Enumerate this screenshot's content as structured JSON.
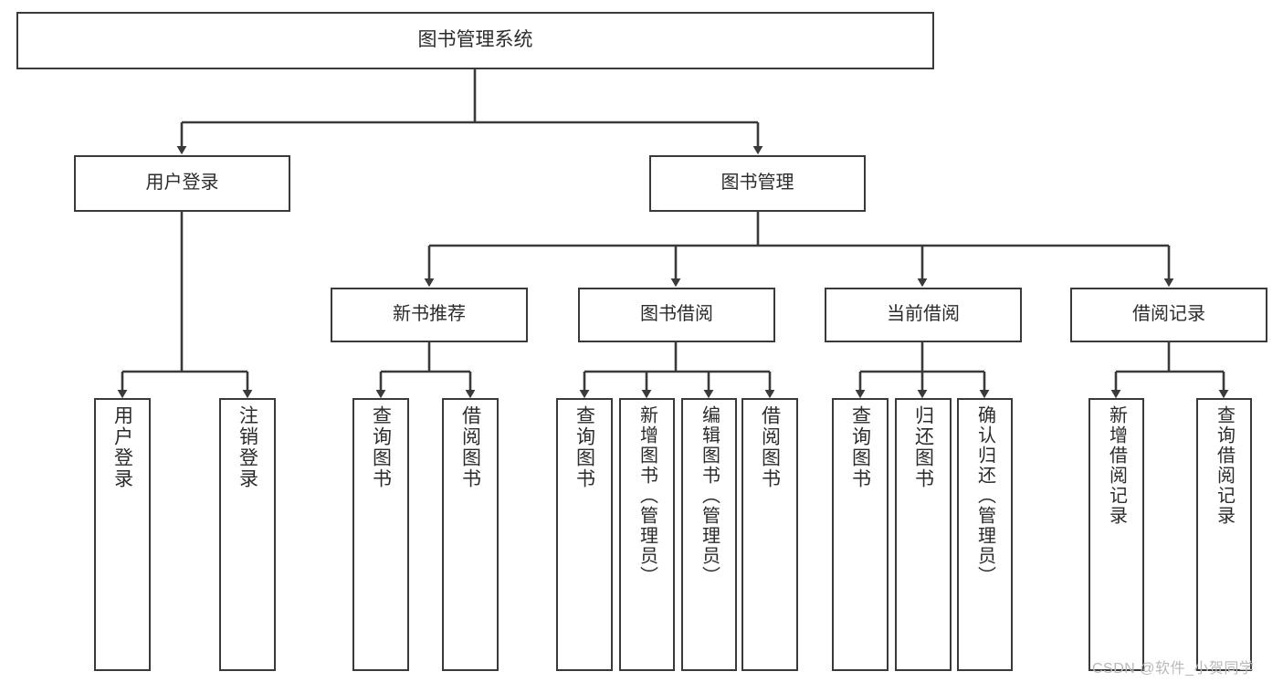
{
  "diagram": {
    "title": "图书管理系统",
    "type": "hierarchy-tree",
    "watermark": "CSDN @软件_小贺同学",
    "colors": {
      "box_border": "#3a3a3a",
      "box_fill": "#ffffff",
      "edge": "#3a3a3a",
      "text": "#2b2b2b",
      "watermark": "#b9b9b9"
    },
    "root": {
      "label": "图书管理系统"
    },
    "level1": [
      {
        "label": "用户登录"
      },
      {
        "label": "图书管理"
      }
    ],
    "level2": [
      {
        "label": "新书推荐"
      },
      {
        "label": "图书借阅"
      },
      {
        "label": "当前借阅"
      },
      {
        "label": "借阅记录"
      }
    ],
    "leaves": {
      "user_login": [
        {
          "label": "用户登录"
        },
        {
          "label": "注销登录"
        }
      ],
      "new_book_recommend": [
        {
          "label": "查询图书"
        },
        {
          "label": "借阅图书"
        }
      ],
      "book_borrow": [
        {
          "label": "查询图书"
        },
        {
          "label": "新增图书（管理员）"
        },
        {
          "label": "编辑图书（管理员）"
        },
        {
          "label": "借阅图书"
        }
      ],
      "current_borrow": [
        {
          "label": "查询图书"
        },
        {
          "label": "归还图书"
        },
        {
          "label": "确认归还（管理员）"
        }
      ],
      "borrow_record": [
        {
          "label": "新增借阅记录"
        },
        {
          "label": "查询借阅记录"
        }
      ]
    }
  }
}
